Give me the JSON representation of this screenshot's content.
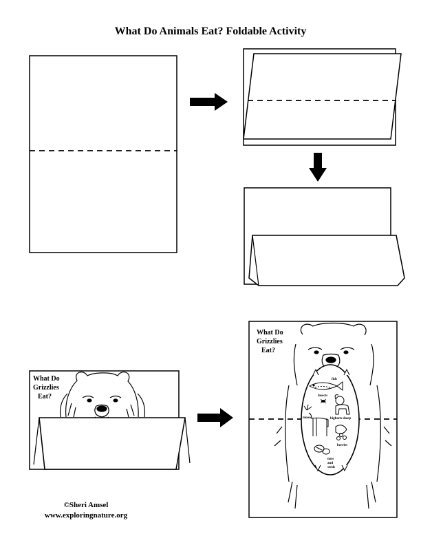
{
  "page": {
    "title": "What Do Animals Eat? Foldable Activity",
    "copyright": "©Sheri Amsel",
    "website": "www.exploringnature.org"
  },
  "step4": {
    "bear_caption_lines": [
      "What Do",
      "Grizzlies",
      "Eat?"
    ]
  },
  "step5": {
    "bear_caption_lines": [
      "What Do",
      "Grizzlies",
      "Eat?"
    ],
    "food_labels": {
      "fish": "fish",
      "insects": "insects",
      "moose": "moose",
      "bighorn_sheep": "bighorn sheep",
      "berries": "berries",
      "nuts_and_seeds": [
        "nuts",
        "and",
        "seeds"
      ]
    }
  }
}
